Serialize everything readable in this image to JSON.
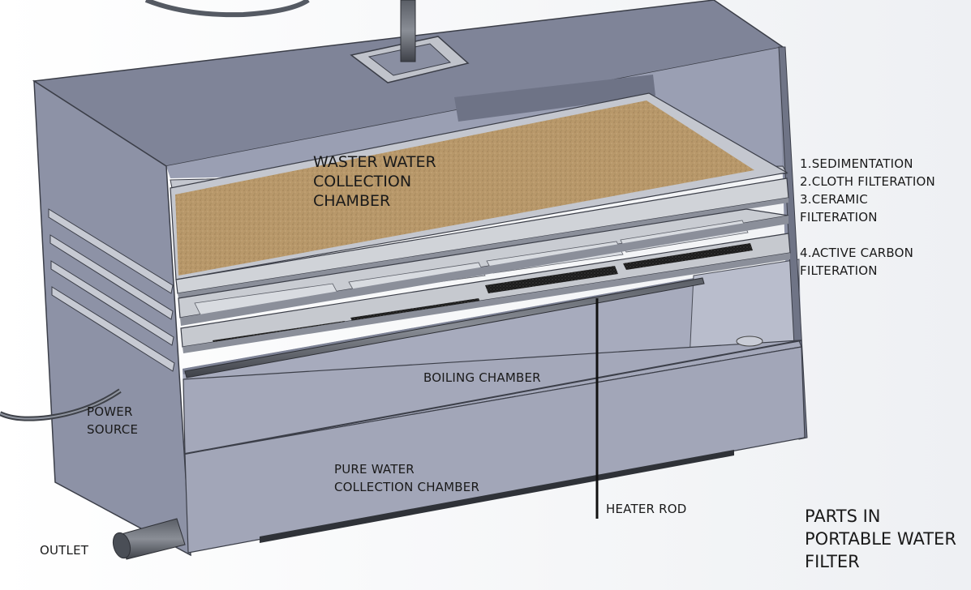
{
  "title": [
    "PARTS IN",
    "PORTABLE WATER",
    "FILTER"
  ],
  "chambers": {
    "waste": [
      "WASTER WATER",
      "COLLECTION",
      "CHAMBER"
    ],
    "boiling": "BOILING CHAMBER",
    "pure": [
      "PURE WATER",
      "COLLECTION CHAMBER"
    ]
  },
  "filter_layers": [
    "1.SEDIMENTATION",
    "2.CLOTH FILTERATION",
    "3.CERAMIC",
    "FILTERATION",
    "4.ACTIVE CARBON",
    "FILTERATION"
  ],
  "components": {
    "power": [
      "POWER",
      "SOURCE"
    ],
    "outlet": "OUTLET",
    "heater": "HEATER ROD"
  },
  "colors": {
    "box_front": "#8b90a3",
    "box_side": "#9ea3b6",
    "box_top": "#7b8094",
    "interior": "#a9adbf",
    "sand": "#b8986a",
    "tray": "#c8cbd0"
  }
}
